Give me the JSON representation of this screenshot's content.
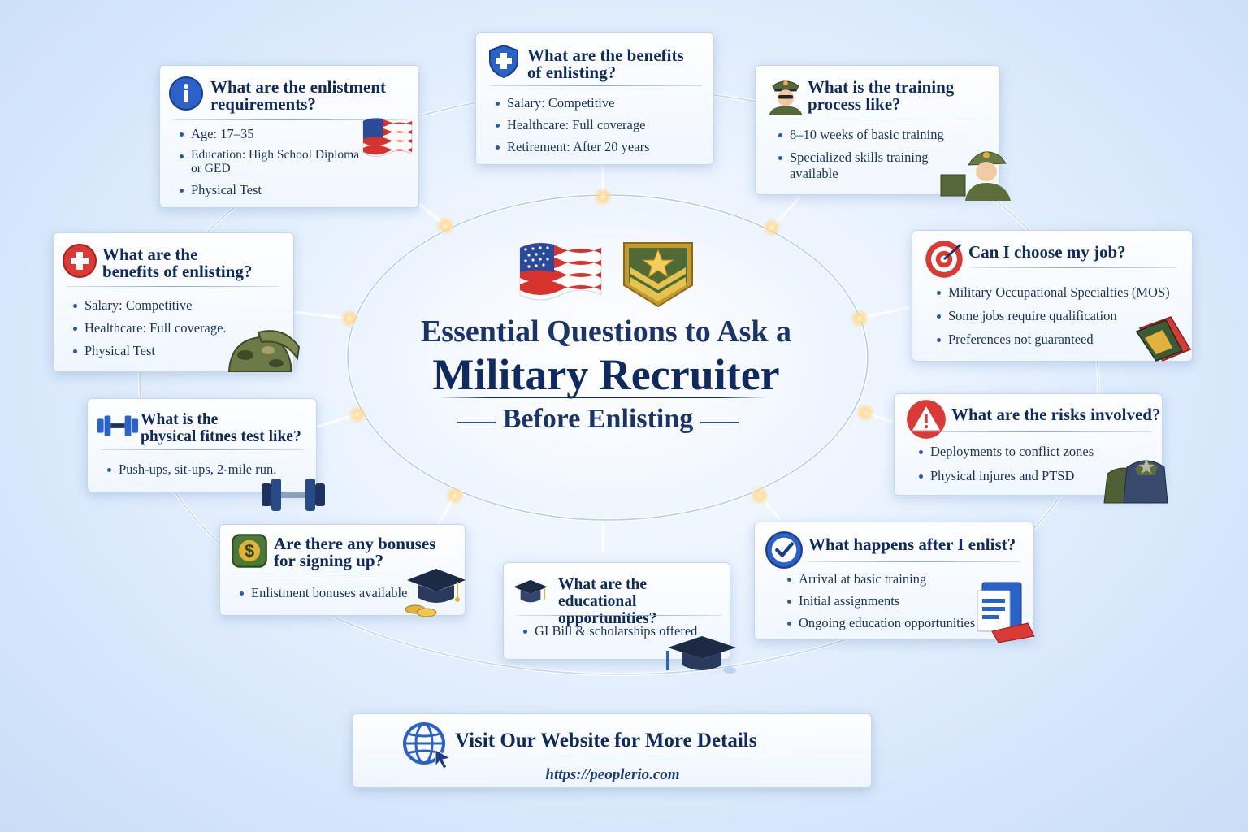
{
  "title": {
    "line1": "Essential Questions to Ask a",
    "line2": "Military Recruiter",
    "subtitle": "Before Enlisting"
  },
  "cards": [
    {
      "id": "enlistment-requirements",
      "icon": "info-icon",
      "art": "us-flag-icon",
      "title": "What are the enlistment\nrequirements?",
      "items": [
        "Age: 17–35",
        "Education: High School Diploma\n      or GED",
        "Physical Test"
      ]
    },
    {
      "id": "benefits-top",
      "icon": "shield-cross-icon",
      "art": "",
      "title": "What are the benefits\nof enlisting?",
      "items": [
        "Salary: Competitive",
        "Healthcare: Full coverage",
        "Retirement: After 20 years"
      ]
    },
    {
      "id": "training-process",
      "icon": "officer-icon",
      "art": "soldier-icon",
      "title": "What is the training\nprocess like?",
      "items": [
        "8–10 weeks of basic training",
        "Specialized skills training\navailable"
      ]
    },
    {
      "id": "benefits-left",
      "icon": "medical-cross-icon",
      "art": "camo-helmet-icon",
      "title": "What are the\nbenefits of enlisting?",
      "items": [
        "Salary: Competitive",
        "Healthcare: Full coverage.",
        "Physical Test"
      ]
    },
    {
      "id": "choose-job",
      "icon": "target-icon",
      "art": "badge-icon",
      "title": "Can I choose my job?",
      "items": [
        "Military Occupational Specialties (MOS)",
        "Some jobs require qualification",
        "Preferences not guaranteed"
      ]
    },
    {
      "id": "fitness-test",
      "icon": "dumbbell-icon",
      "art": "dumbbell-art-icon",
      "title": "What is the\nphysical fitnes test like?",
      "items": [
        "Push-ups, sit-ups, 2-mile run."
      ]
    },
    {
      "id": "risks",
      "icon": "warning-icon",
      "art": "gear-bag-icon",
      "title": "What are the risks involved?",
      "items": [
        "Deployments to conflict zones",
        "Physical injures and PTSD"
      ]
    },
    {
      "id": "bonuses",
      "icon": "money-icon",
      "art": "grad-cap-coins-icon",
      "title": "Are there any bonuses\nfor signing up?",
      "items": [
        "Enlistment bonuses available"
      ]
    },
    {
      "id": "education",
      "icon": "grad-cap-icon",
      "art": "grad-cap-art-icon",
      "title": "What are the\neducational opportunities?",
      "items": [
        "GI Bill & scholarships offered"
      ]
    },
    {
      "id": "after-enlist",
      "icon": "check-icon",
      "art": "books-icon",
      "title": "What happens after I enlist?",
      "items": [
        "Arrival at basic training",
        "Initial assignments",
        "Ongoing education opportunities"
      ]
    }
  ],
  "cta": {
    "icon": "globe-cursor-icon",
    "title": "Visit Our Website for More Details",
    "url": "https://peoplerio.com"
  },
  "colors": {
    "navy": "#102a60",
    "accent_blue": "#2a62c9",
    "red": "#d93a36",
    "gold": "#e0b43c",
    "glow": "#ffd98a"
  }
}
